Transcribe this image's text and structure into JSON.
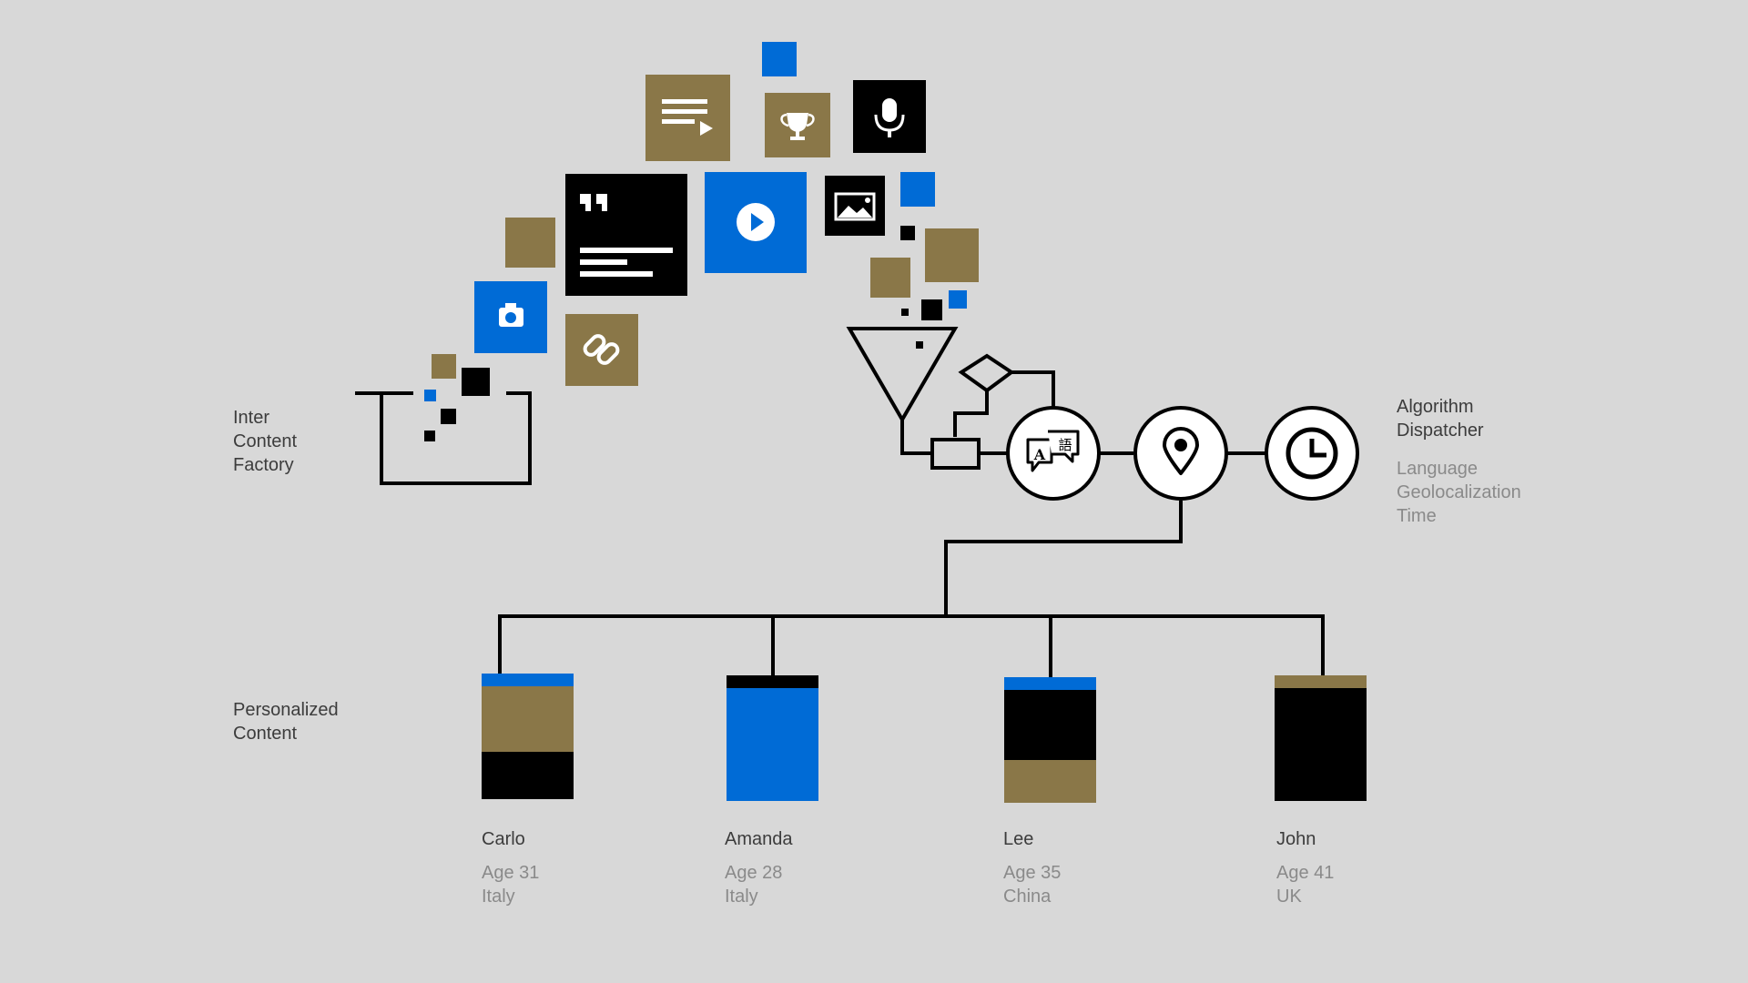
{
  "colors": {
    "background": "#d8d8d8",
    "olive": "#8a7748",
    "blue": "#006bd6",
    "black": "#000000",
    "white": "#ffffff",
    "text": "#3c3c3c",
    "muted": "#8a8a8a"
  },
  "factory": {
    "lines": [
      "Inter",
      "Content",
      "Factory"
    ]
  },
  "dispatcher": {
    "title_lines": [
      "Algorithm",
      "Dispatcher"
    ],
    "criteria": [
      "Language",
      "Geolocalization",
      "Time"
    ]
  },
  "personalized": {
    "lines": [
      "Personalized",
      "Content"
    ]
  },
  "content_icons": [
    "camera-icon",
    "link-icon",
    "quote-icon",
    "playlist-icon",
    "play-icon",
    "trophy-icon",
    "microphone-icon",
    "image-icon"
  ],
  "dispatcher_icons": [
    "funnel-icon",
    "translate-icon",
    "location-pin-icon",
    "clock-icon"
  ],
  "recipients": [
    {
      "name": "Carlo",
      "age": "Age 31",
      "country": "Italy",
      "mix": [
        {
          "color": "blue",
          "share": 0.1
        },
        {
          "color": "olive",
          "share": 0.52
        },
        {
          "color": "black",
          "share": 0.38
        }
      ]
    },
    {
      "name": "Amanda",
      "age": "Age 28",
      "country": "Italy",
      "mix": [
        {
          "color": "black",
          "share": 0.1
        },
        {
          "color": "blue",
          "share": 0.9
        }
      ]
    },
    {
      "name": "Lee",
      "age": "Age 35",
      "country": "China",
      "mix": [
        {
          "color": "blue",
          "share": 0.1
        },
        {
          "color": "black",
          "share": 0.56
        },
        {
          "color": "olive",
          "share": 0.34
        }
      ]
    },
    {
      "name": "John",
      "age": "Age 41",
      "country": "UK",
      "mix": [
        {
          "color": "olive",
          "share": 0.1
        },
        {
          "color": "black",
          "share": 0.9
        }
      ]
    }
  ]
}
